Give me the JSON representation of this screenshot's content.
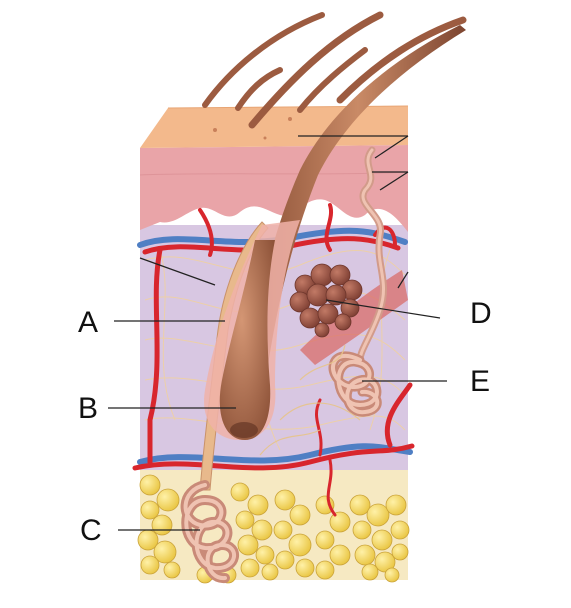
{
  "labels": {
    "a": "A",
    "b": "B",
    "c": "C",
    "d": "D",
    "e": "E"
  },
  "colors": {
    "skin_surface": "#f3b98c",
    "epidermis": "#e9a4a8",
    "dermis": "#d8c7e2",
    "hair": "#a8684a",
    "artery": "#d8262d",
    "vein": "#4f7fc4",
    "fat": "#f3d660",
    "gland": "#d29b8a",
    "sebaceous": "#9c5848"
  }
}
